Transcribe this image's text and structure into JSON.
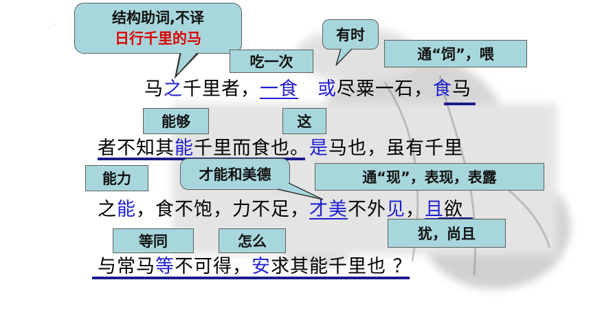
{
  "annotations": {
    "structural_particle_line1": "结构助词,不译",
    "structural_particle_line2": "日行千里的马",
    "you_shi": "有时",
    "chi_yi_ci": "吃一次",
    "tong_si": "通“饲”，喂",
    "neng_gou": "能够",
    "zhe": "这",
    "neng_li": "能力",
    "cai_neng_mei_de": "才能和美德",
    "tong_xian": "通“现”，表现，表露",
    "you_shang_qie": "犹，尚且",
    "deng_tong": "等同",
    "zen_me": "怎么"
  },
  "text": {
    "l1": {
      "a": "马",
      "b": "之",
      "c": "千里者，",
      "d": "一食",
      "e": "　",
      "f": "或",
      "g": "尽粟一石，",
      "h": "食",
      "i": "马"
    },
    "l2": {
      "a": "者不知其",
      "b": "能",
      "c": "千里而食也。",
      "d": "是",
      "e": "马也，虽有千里"
    },
    "l3": {
      "a": "之",
      "b": "能",
      "c": "，食不饱，力不足，",
      "d": "才美",
      "e": "不外",
      "f": "见",
      "g": "，",
      "h": "且",
      "i": "欲"
    },
    "l4": {
      "a": "与常马",
      "b": "等",
      "c": "不可得，",
      "d": "安",
      "e": "求其能千里也 ？"
    }
  },
  "colors": {
    "note_fill": "#a7d7dc",
    "highlight_blue": "#1f1fd1",
    "underline_navy": "#1b1b8c",
    "note_red": "#e00000"
  }
}
